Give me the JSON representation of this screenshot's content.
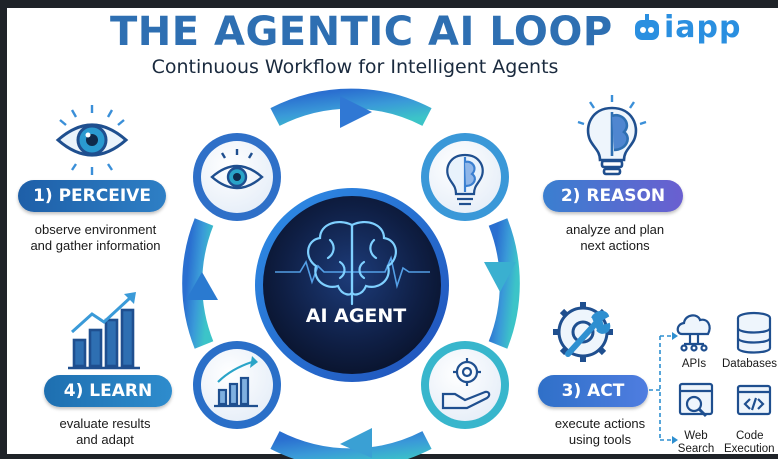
{
  "header": {
    "title": "THE AGENTIC AI LOOP",
    "subtitle": "Continuous Workflow for Intelligent Agents",
    "brand": "iapp"
  },
  "center": {
    "label": "AI AGENT"
  },
  "steps": [
    {
      "label": "1) PERCEIVE",
      "desc_line1": "observe environment",
      "desc_line2": "and gather information",
      "icon": "eye-icon"
    },
    {
      "label": "2) REASON",
      "desc_line1": "analyze and plan",
      "desc_line2": "next actions",
      "icon": "lightbulb-brain-icon"
    },
    {
      "label": "3) ACT",
      "desc_line1": "execute actions",
      "desc_line2": "using tools",
      "icon": "gear-wrench-icon"
    },
    {
      "label": "4) LEARN",
      "desc_line1": "evaluate results",
      "desc_line2": "and adapt",
      "icon": "growth-chart-icon"
    }
  ],
  "tools": [
    {
      "line1": "APIs",
      "line2": "",
      "icon": "cloud-network-icon"
    },
    {
      "line1": "Databases",
      "line2": "",
      "icon": "database-icon"
    },
    {
      "line1": "Web",
      "line2": "Search",
      "icon": "web-search-icon"
    },
    {
      "line1": "Code",
      "line2": "Execution",
      "icon": "code-window-icon"
    }
  ],
  "colors": {
    "title": "#2e6fb2",
    "ring_start": "#2a6fd0",
    "ring_end": "#3cc4c8",
    "core_dark": "#0d1a3a",
    "brain_glow": "#5fb4ff"
  }
}
